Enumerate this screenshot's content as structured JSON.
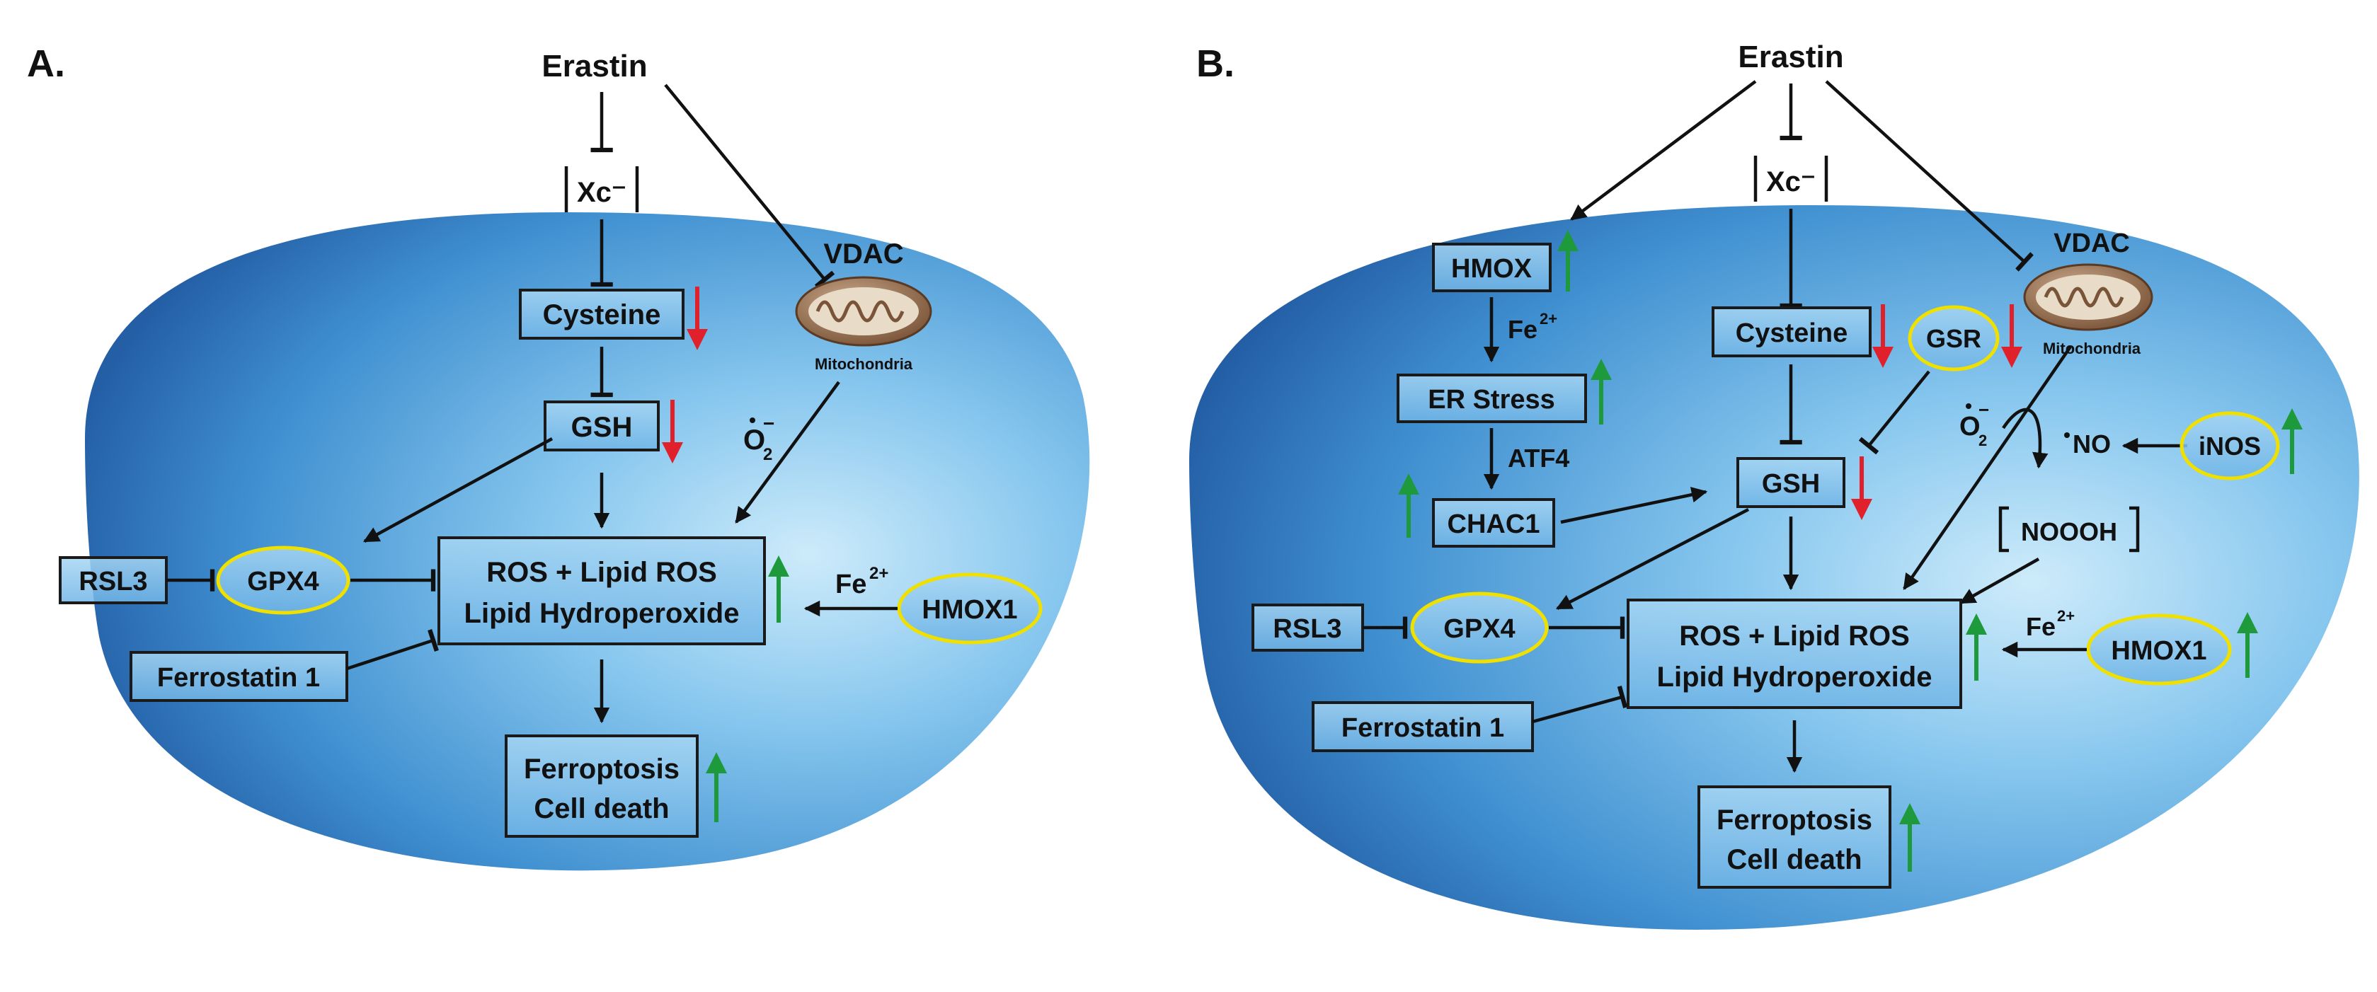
{
  "panel_a": {
    "letter": "A.",
    "erastin": "Erastin",
    "xc": "Xc⁻",
    "cysteine": "Cysteine",
    "gsh": "GSH",
    "vdac": "VDAC",
    "mitochondria": "Mitochondria",
    "o2": "O",
    "o2_sub": "2",
    "o2_sup": "−",
    "rsl3": "RSL3",
    "gpx4": "GPX4",
    "ros_line1": "ROS + Lipid ROS",
    "ros_line2": "Lipid Hydroperoxide",
    "fe": "Fe",
    "fe_sup": "2+",
    "hmox1": "HMOX1",
    "ferrostatin": "Ferrostatin 1",
    "ferroptosis_line1": "Ferroptosis",
    "ferroptosis_line2": "Cell death"
  },
  "panel_b": {
    "letter": "B.",
    "erastin": "Erastin",
    "xc": "Xc⁻",
    "hmox": "HMOX",
    "fe": "Fe",
    "fe_sup": "2+",
    "er_stress": "ER Stress",
    "atf4": "ATF4",
    "chac1": "CHAC1",
    "cysteine": "Cysteine",
    "gsr": "GSR",
    "gsh": "GSH",
    "vdac": "VDAC",
    "mitochondria": "Mitochondria",
    "o2": "O",
    "o2_sub": "2",
    "o2_sup": "−",
    "no": "NO",
    "inos": "iNOS",
    "noooh": "NOOOH",
    "rsl3": "RSL3",
    "gpx4": "GPX4",
    "ros_line1": "ROS + Lipid ROS",
    "ros_line2": "Lipid Hydroperoxide",
    "fe2": "Fe",
    "fe2_sup": "2+",
    "hmox1": "HMOX1",
    "ferrostatin": "Ferrostatin 1",
    "ferroptosis_line1": "Ferroptosis",
    "ferroptosis_line2": "Cell death"
  },
  "colors": {
    "up_arrow": "#1e9a3c",
    "down_arrow": "#e0202a",
    "highlight_oval": "#f0e000",
    "cell_light": "#bfe3f7",
    "cell_dark": "#2f6fb5"
  }
}
